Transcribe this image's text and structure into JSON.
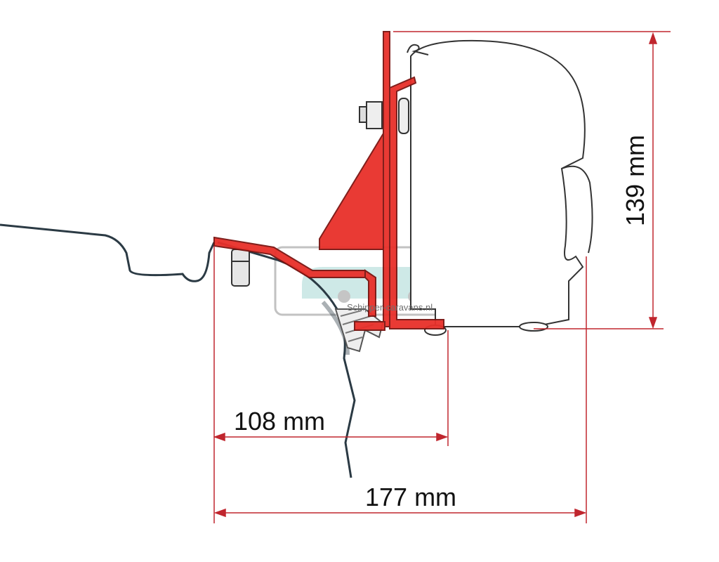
{
  "dimensions": {
    "height_label": "139 mm",
    "inner_width_label": "108 mm",
    "outer_width_label": "177 mm"
  },
  "watermark": {
    "text": "Schipper-caravans.nl"
  },
  "colors": {
    "bracket": "#e8302a",
    "dimension_line": "#c0262e",
    "outline": "#2b3a44",
    "watermark_teal": "#9fd3d0"
  }
}
